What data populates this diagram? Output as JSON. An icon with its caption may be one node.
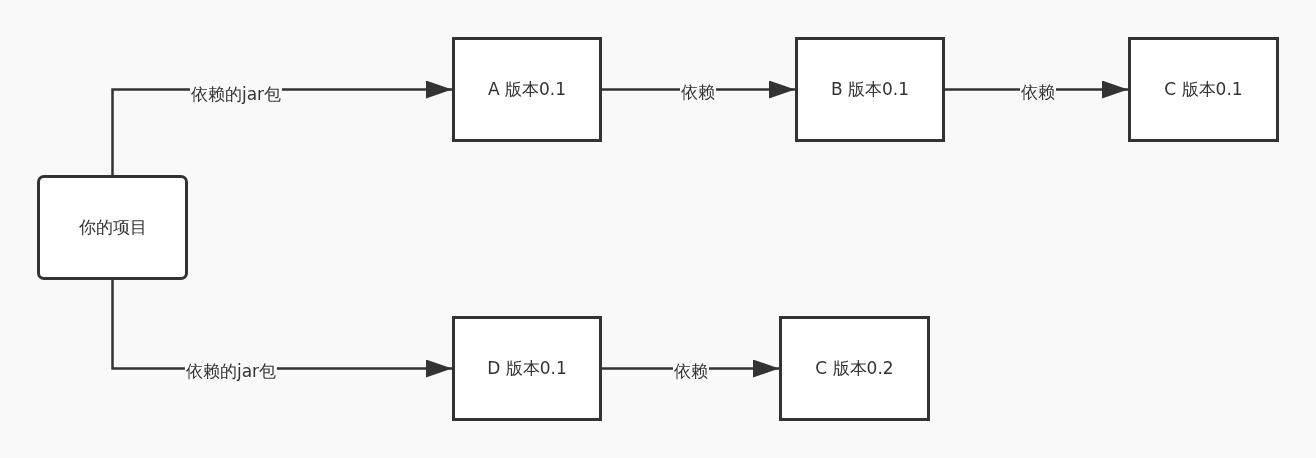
{
  "diagram": {
    "nodes": [
      {
        "text": [
          "你的项目"
        ]
      },
      {
        "text": [
          "A 版本0.1"
        ]
      },
      {
        "text": [
          "B 版本0.1"
        ]
      },
      {
        "text": [
          "C 版本0.1"
        ]
      },
      {
        "text": [
          "D 版本0.1"
        ]
      },
      {
        "text": [
          "C 版本0.2"
        ]
      }
    ],
    "edges": [
      {
        "from": 0,
        "to": 1,
        "arrow": "to",
        "label": "依赖的jar包"
      },
      {
        "from": 1,
        "to": 2,
        "arrow": "to",
        "label": "依赖"
      },
      {
        "from": 2,
        "to": 3,
        "arrow": "to",
        "label": "依赖"
      },
      {
        "from": 0,
        "to": 4,
        "arrow": "to",
        "label": "依赖的jar包"
      },
      {
        "from": 4,
        "to": 5,
        "arrow": "to",
        "label": "依赖"
      }
    ]
  }
}
